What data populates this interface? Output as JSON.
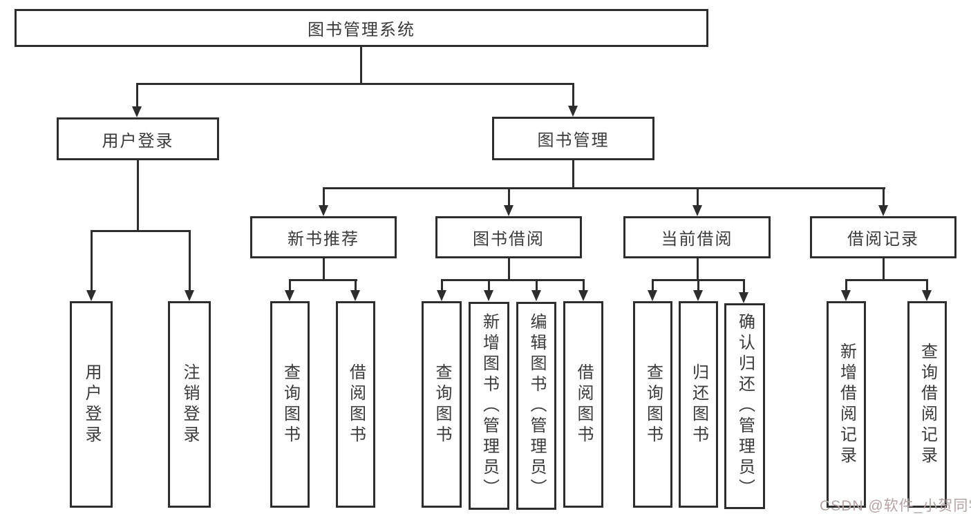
{
  "d": {
    "root": "图书管理系统",
    "l2": [
      "用户登录",
      "图书管理"
    ],
    "l3": [
      "新书推荐",
      "图书借阅",
      "当前借阅",
      "借阅记录"
    ],
    "login_leaves": [
      "用户登录",
      "注销登录"
    ],
    "nb_leaves": [
      "查询图书",
      "借阅图书"
    ],
    "bb_leaves": [
      "查询图书",
      "新增图书（管理员）",
      "编辑图书（管理员）",
      "借阅图书"
    ],
    "cb_leaves": [
      "查询图书",
      "归还图书",
      "确认归还（管理员）"
    ],
    "br_leaves": [
      "新增借阅记录",
      "查询借阅记录"
    ],
    "watermark": "CSDN @软件_小贺同学",
    "colors": {
      "line": "#2d2d2d",
      "text": "#3a3a3a",
      "watermark": "#b5a2a2"
    }
  }
}
